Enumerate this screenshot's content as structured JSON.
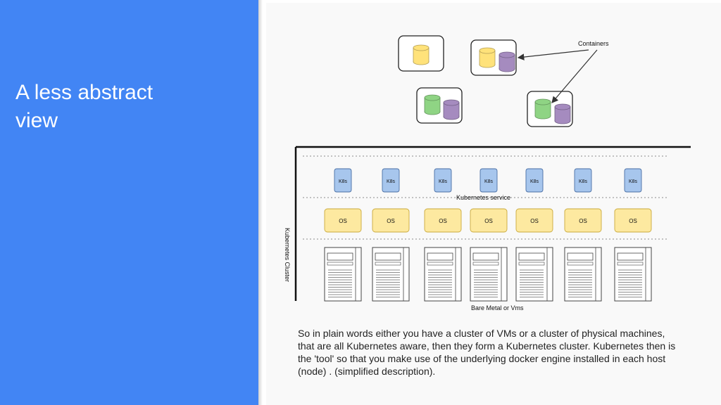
{
  "slide": {
    "title_line1": "A less abstract",
    "title_line2": "view"
  },
  "diagram": {
    "containers_label": "Containers",
    "k8s_label": "K8s",
    "os_label": "OS",
    "kubernetes_service_label": "Kubernetes service",
    "bare_metal_label": "Bare Metal or Vms",
    "cluster_label": "Kubernetes Cluster",
    "node_count": 7,
    "colors": {
      "accent_panel": "#4285f4",
      "yellow": "#ffe27a",
      "purple": "#a58bbf",
      "green": "#8fd484",
      "k8s_box": "#a7c6ed",
      "os_box": "#fde9a0"
    },
    "container_groups": [
      {
        "name": "group-yellow",
        "contents": [
          "yellow"
        ]
      },
      {
        "name": "group-yellow-purple",
        "contents": [
          "yellow",
          "purple"
        ]
      },
      {
        "name": "group-green-purple-left",
        "contents": [
          "green",
          "purple"
        ]
      },
      {
        "name": "group-green-purple-right",
        "contents": [
          "green",
          "purple"
        ]
      }
    ]
  },
  "description": "So in plain words either you have a cluster of VMs or a cluster of physical machines, that are all Kubernetes aware, then they form a Kubernetes cluster. Kubernetes then is the 'tool' so that you make use of the underlying docker engine installed in each host (node) . (simplified description)."
}
